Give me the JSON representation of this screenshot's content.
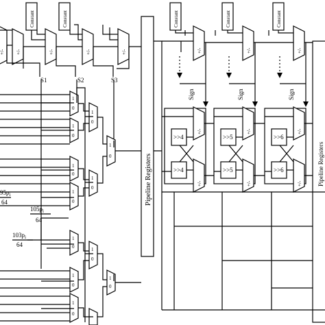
{
  "constants": {
    "labels": [
      "Constant",
      "Constant",
      "Constant",
      "Constant",
      "Constant"
    ]
  },
  "adder_signs": {
    "plus_minus": "+/-",
    "plus": "+"
  },
  "selects": [
    "S1",
    "S2",
    "S3"
  ],
  "mux_inputs": {
    "one": "1",
    "zero": "0"
  },
  "fractions": [
    {
      "num": "95p",
      "sub": "i",
      "den": "64"
    },
    {
      "num": "105p",
      "sub": "i",
      "den": "64"
    },
    {
      "num": "103p",
      "sub": "i",
      "den": "64"
    }
  ],
  "pipeline": {
    "left_label": "Pipeline Registers",
    "right_label": "Pipeline Registers"
  },
  "sign_label": "Sign",
  "shifts": [
    ">>4",
    ">>5",
    ">>6"
  ]
}
